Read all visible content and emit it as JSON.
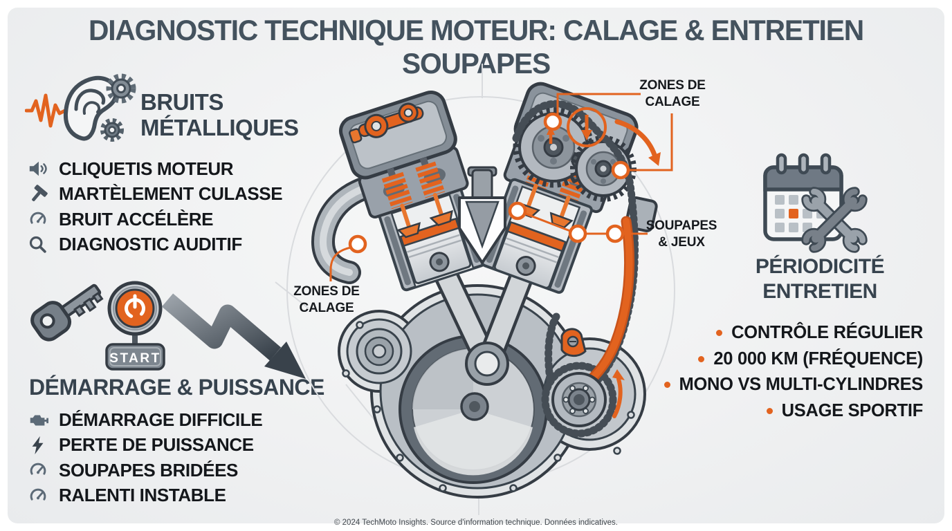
{
  "title": "DIAGNOSTIC TECHNIQUE MOTEUR: CALAGE & ENTRETIEN SOUPAPES",
  "noises": {
    "heading_line1": "BRUITS",
    "heading_line2": "MÉTALLIQUES",
    "cluster_icons": [
      "waveform-icon",
      "ear-icon",
      "gear-icon",
      "gear-icon"
    ],
    "items": [
      {
        "icon": "speaker-icon",
        "label": "CLIQUETIS MOTEUR"
      },
      {
        "icon": "hammer-icon",
        "label": "MARTÈLEMENT CULASSE"
      },
      {
        "icon": "gauge-icon",
        "label": "BRUIT ACCÉLÈRE"
      },
      {
        "icon": "magnifier-icon",
        "label": "DIAGNOSTIC AUDITIF"
      }
    ]
  },
  "starting": {
    "heading": "DÉMARRAGE & PUISSANCE",
    "cluster_icons": [
      "key-icon",
      "power-button-icon",
      "zigzag-down-arrow-icon"
    ],
    "start_button_label": "START",
    "items": [
      {
        "icon": "engine-icon",
        "label": "DÉMARRAGE DIFFICILE"
      },
      {
        "icon": "lightning-icon",
        "label": "PERTE DE PUISSANCE"
      },
      {
        "icon": "gauge-icon",
        "label": "SOUPAPES BRIDÉES"
      },
      {
        "icon": "gauge-icon",
        "label": "RALENTI INSTABLE"
      }
    ]
  },
  "maintenance": {
    "heading_line1": "PÉRIODICITÉ",
    "heading_line2": "ENTRETIEN",
    "cluster_icons": [
      "calendar-icon",
      "crossed-wrenches-icon"
    ],
    "items": [
      {
        "label": "CONTRÔLE RÉGULIER"
      },
      {
        "label": "20 000 KM (FRÉQUENCE)"
      },
      {
        "label": "MONO VS MULTI-CYLINDRES"
      },
      {
        "label": "USAGE SPORTIF"
      }
    ]
  },
  "callouts": {
    "timing_top_line1": "ZONES DE",
    "timing_top_line2": "CALAGE",
    "valves_line1": "SOUPAPES",
    "valves_line2": "& JEUX",
    "timing_left_line1": "ZONES DE",
    "timing_left_line2": "CALAGE"
  },
  "footer": "© 2024 TechMoto Insights. Source d'information technique. Données indicatives.",
  "colors": {
    "accent_orange": "#E2631F",
    "accent_orange_light": "#E8762E",
    "title_slate": "#44525E",
    "heading_slate": "#37434E",
    "text_dark": "#14171B",
    "icon_slate": "#5C6A77",
    "outline_dark": "#353C44"
  }
}
